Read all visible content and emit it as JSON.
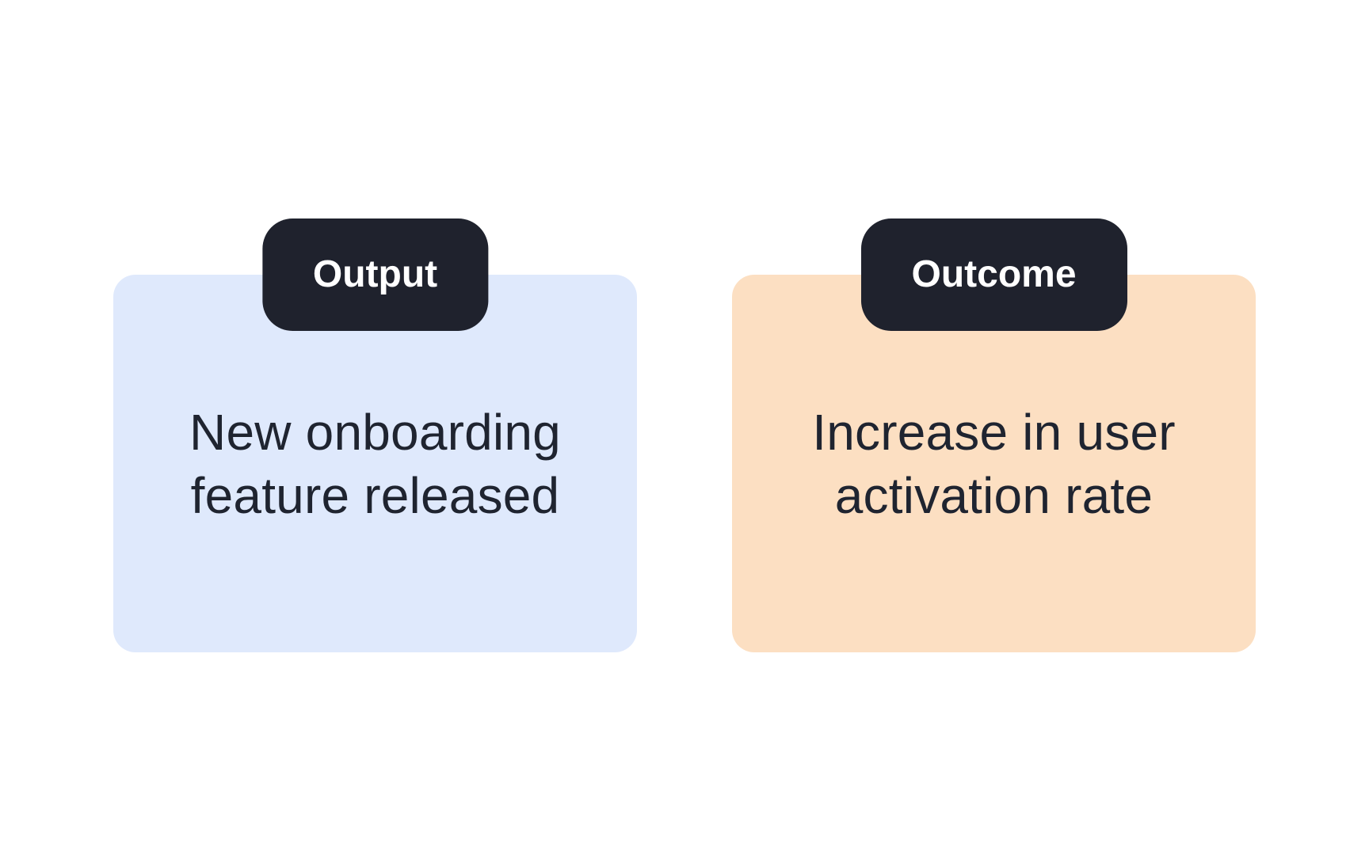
{
  "diagram": {
    "background_color": "#ffffff",
    "cards": [
      {
        "id": "output",
        "badge_label": "Output",
        "text_lines": [
          "New onboarding",
          "feature released"
        ],
        "card_color": "#dfe9fc",
        "badge_color": "#1f222d",
        "badge_text_color": "#ffffff",
        "text_color": "#1f2430"
      },
      {
        "id": "outcome",
        "badge_label": "Outcome",
        "text_lines": [
          "Increase in user",
          "activation rate"
        ],
        "card_color": "#fcdfc2",
        "badge_color": "#1f222d",
        "badge_text_color": "#ffffff",
        "text_color": "#1f2430"
      }
    ]
  }
}
